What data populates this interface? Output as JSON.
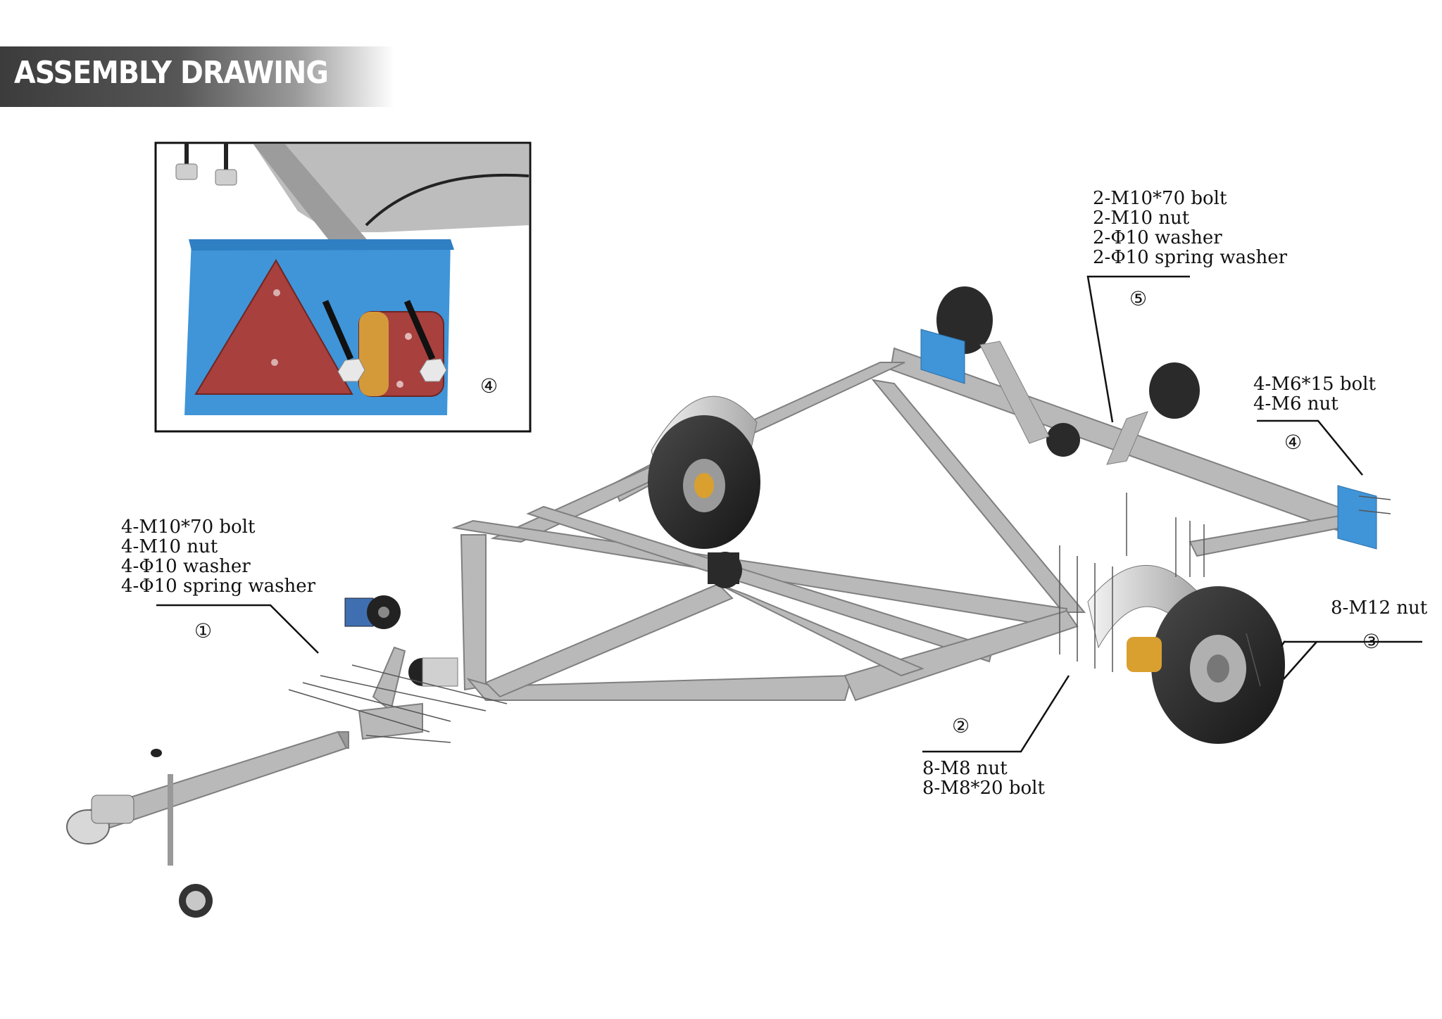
{
  "header": {
    "title": "ASSEMBLY DRAWING"
  },
  "inset": {
    "marker": "④"
  },
  "callouts": [
    {
      "id": "1",
      "marker": "①",
      "lines": [
        "4-M10*70 bolt",
        "4-M10 nut",
        "4-Φ10 washer",
        "4-Φ10 spring washer"
      ]
    },
    {
      "id": "2",
      "marker": "②",
      "lines": [
        "8-M8 nut",
        "8-M8*20 bolt"
      ]
    },
    {
      "id": "3",
      "marker": "③",
      "lines": [
        "8-M12 nut"
      ]
    },
    {
      "id": "4",
      "marker": "④",
      "lines": [
        "4-M6*15 bolt",
        "4-M6 nut"
      ]
    },
    {
      "id": "5",
      "marker": "⑤",
      "lines": [
        "2-M10*70 bolt",
        "2-M10 nut",
        "2-Φ10 washer",
        "2-Φ10 spring washer"
      ]
    }
  ],
  "colors": {
    "frame": "#b9b9b9",
    "frame_dark": "#7f7f7f",
    "light_bracket": "#3a93d6",
    "reflector": "#a8403e",
    "amber": "#d49a3a",
    "roller": "#2a2a2a",
    "hub": "#d9a030"
  }
}
